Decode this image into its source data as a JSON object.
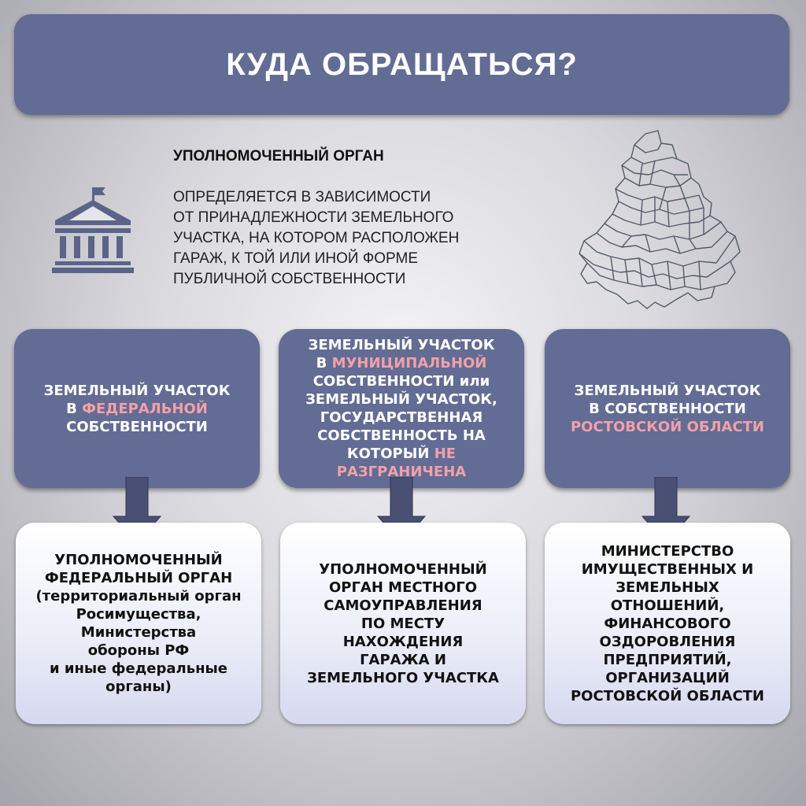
{
  "header": {
    "title": "КУДА ОБРАЩАТЬСЯ?"
  },
  "intro": {
    "heading": "УПОЛНОМОЧЕННЫЙ ОРГАН",
    "text": "ОПРЕДЕЛЯЕТСЯ В ЗАВИСИМОСТИ\nОТ ПРИНАДЛЕЖНОСТИ ЗЕМЕЛЬНОГО\nУЧАСТКА, НА КОТОРОМ РАСПОЛОЖЕН\nГАРАЖ, К ТОЙ ИЛИ ИНОЙ ФОРМЕ\nПУБЛИЧНОЙ СОБСТВЕННОСТИ",
    "icons": [
      "government-building-icon",
      "region-map-icon"
    ]
  },
  "colors": {
    "accent": "#f3a0a8",
    "box": "#626c94",
    "arrow": "#4a5073"
  },
  "columns": [
    {
      "top": {
        "l1": "ЗЕМЕЛЬНЫЙ УЧАСТОК",
        "l2_pre": "В ",
        "l2_accent": "ФЕДЕРАЛЬНОЙ",
        "l3": "СОБСТВЕННОСТИ"
      },
      "bottom": "УПОЛНОМОЧЕННЫЙ\nФЕДЕРАЛЬНЫЙ ОРГАН\n(территориальный орган\nРосимущества,\nМинистерства\nобороны РФ\nи иные федеральные\nорганы)"
    },
    {
      "top": {
        "l1": "ЗЕМЕЛЬНЫЙ УЧАСТОК",
        "l2_pre": "В ",
        "l2_accent": "МУНИЦИПАЛЬНОЙ",
        "l3": "СОБСТВЕННОСТИ или",
        "l4": "ЗЕМЕЛЬНЫЙ УЧАСТОК,",
        "l5": "ГОСУДАРСТВЕННАЯ",
        "l6": "СОБСТВЕННОСТЬ НА",
        "l7_pre": "КОТОРЫЙ ",
        "l7_accent": "НЕ",
        "l8_accent": "РАЗГРАНИЧЕНА"
      },
      "bottom": "УПОЛНОМОЧЕННЫЙ\nОРГАН МЕСТНОГО\nСАМОУПРАВЛЕНИЯ\nПО МЕСТУ\nНАХОЖДЕНИЯ\nГАРАЖА И\nЗЕМЕЛЬНОГО УЧАСТКА"
    },
    {
      "top": {
        "l1": "ЗЕМЕЛЬНЫЙ УЧАСТОК",
        "l2": "В СОБСТВЕННОСТИ",
        "l3_accent": "РОСТОВСКОЙ ОБЛАСТИ"
      },
      "bottom": "МИНИСТЕРСТВО\nИМУЩЕСТВЕННЫХ И\nЗЕМЕЛЬНЫХ\nОТНОШЕНИЙ,\nФИНАНСОВОГО\nОЗДОРОВЛЕНИЯ\nПРЕДПРИЯТИЙ,\nОРГАНИЗАЦИЙ\nРОСТОВСКОЙ ОБЛАСТИ"
    }
  ]
}
